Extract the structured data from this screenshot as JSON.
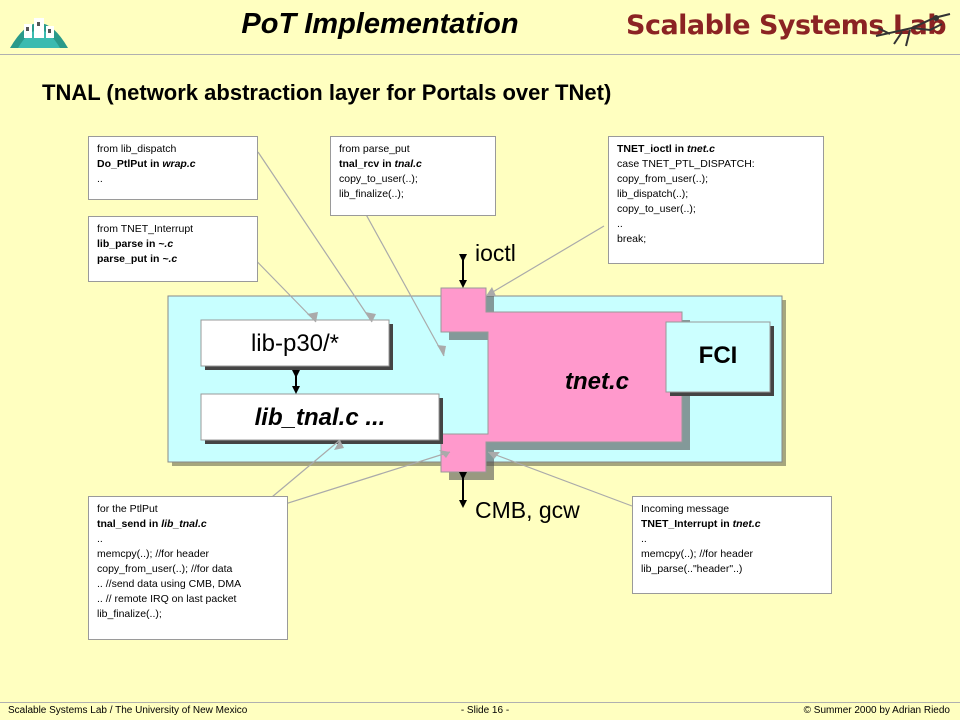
{
  "slide": {
    "title": "PoT Implementation",
    "brand": "Scalable Systems Lab",
    "heading": "TNAL (network abstraction layer for Portals over TNet)"
  },
  "diagram": {
    "lib_p30": "lib-p30/*",
    "lib_tnal": "lib_tnal.c ...",
    "tnet": "tnet.c",
    "fci": "FCI",
    "ioctl": "ioctl",
    "cmb": "CMB, gcw"
  },
  "notes": {
    "dispatch": {
      "line1": "from lib_dispatch",
      "line2_bold": "Do_PtlPut in ",
      "line2_ital": "wrap.c",
      "line3": ".."
    },
    "interrupt": {
      "line1": "from TNET_Interrupt",
      "line2_bold": "lib_parse in ",
      "line2_ital": "~.c",
      "line3_bold": "parse_put  in ",
      "line3_ital": "~.c"
    },
    "parse_put": {
      "line1": "from parse_put",
      "line2_bold": "tnal_rcv in ",
      "line2_ital": "tnal.c",
      "line3": "copy_to_user(..);",
      "line4": "lib_finalize(..);"
    },
    "ioctl": {
      "line1_bold": "TNET_ioctl  in ",
      "line1_ital": "tnet.c",
      "line2": "case TNET_PTL_DISPATCH:",
      "line3": "copy_from_user(..);",
      "line4": "lib_dispatch(..);",
      "line5": "copy_to_user(..);",
      "line6": "..",
      "line7": "break;"
    },
    "ptlput": {
      "line1": "for the PtlPut",
      "line2_bold": "tnal_send  in ",
      "line2_ital": "lib_tnal.c",
      "line3": "..",
      "line4": "memcpy(..); //for header",
      "line5": "copy_from_user(..); //for data",
      "line6": ".. //send data using CMB, DMA",
      "line7": ".. // remote IRQ on last packet",
      "line8": "lib_finalize(..);"
    },
    "incoming": {
      "line1": "Incoming message",
      "line2_bold": "TNET_Interrupt  in ",
      "line2_ital": "tnet.c",
      "line3": "..",
      "line4": "memcpy(..); //for header",
      "line5": "lib_parse(..\"header\"..)"
    }
  },
  "footer": {
    "left": "Scalable Systems Lab / The University of New Mexico",
    "center": "- Slide 16 -",
    "right": "© Summer 2000 by Adrian Riedo"
  },
  "colors": {
    "background": "#ffffc0",
    "kernel_area": "#c8ffff",
    "tnet_pink": "#ff99cc",
    "brand": "#8b2323",
    "box_white": "#ffffff"
  }
}
